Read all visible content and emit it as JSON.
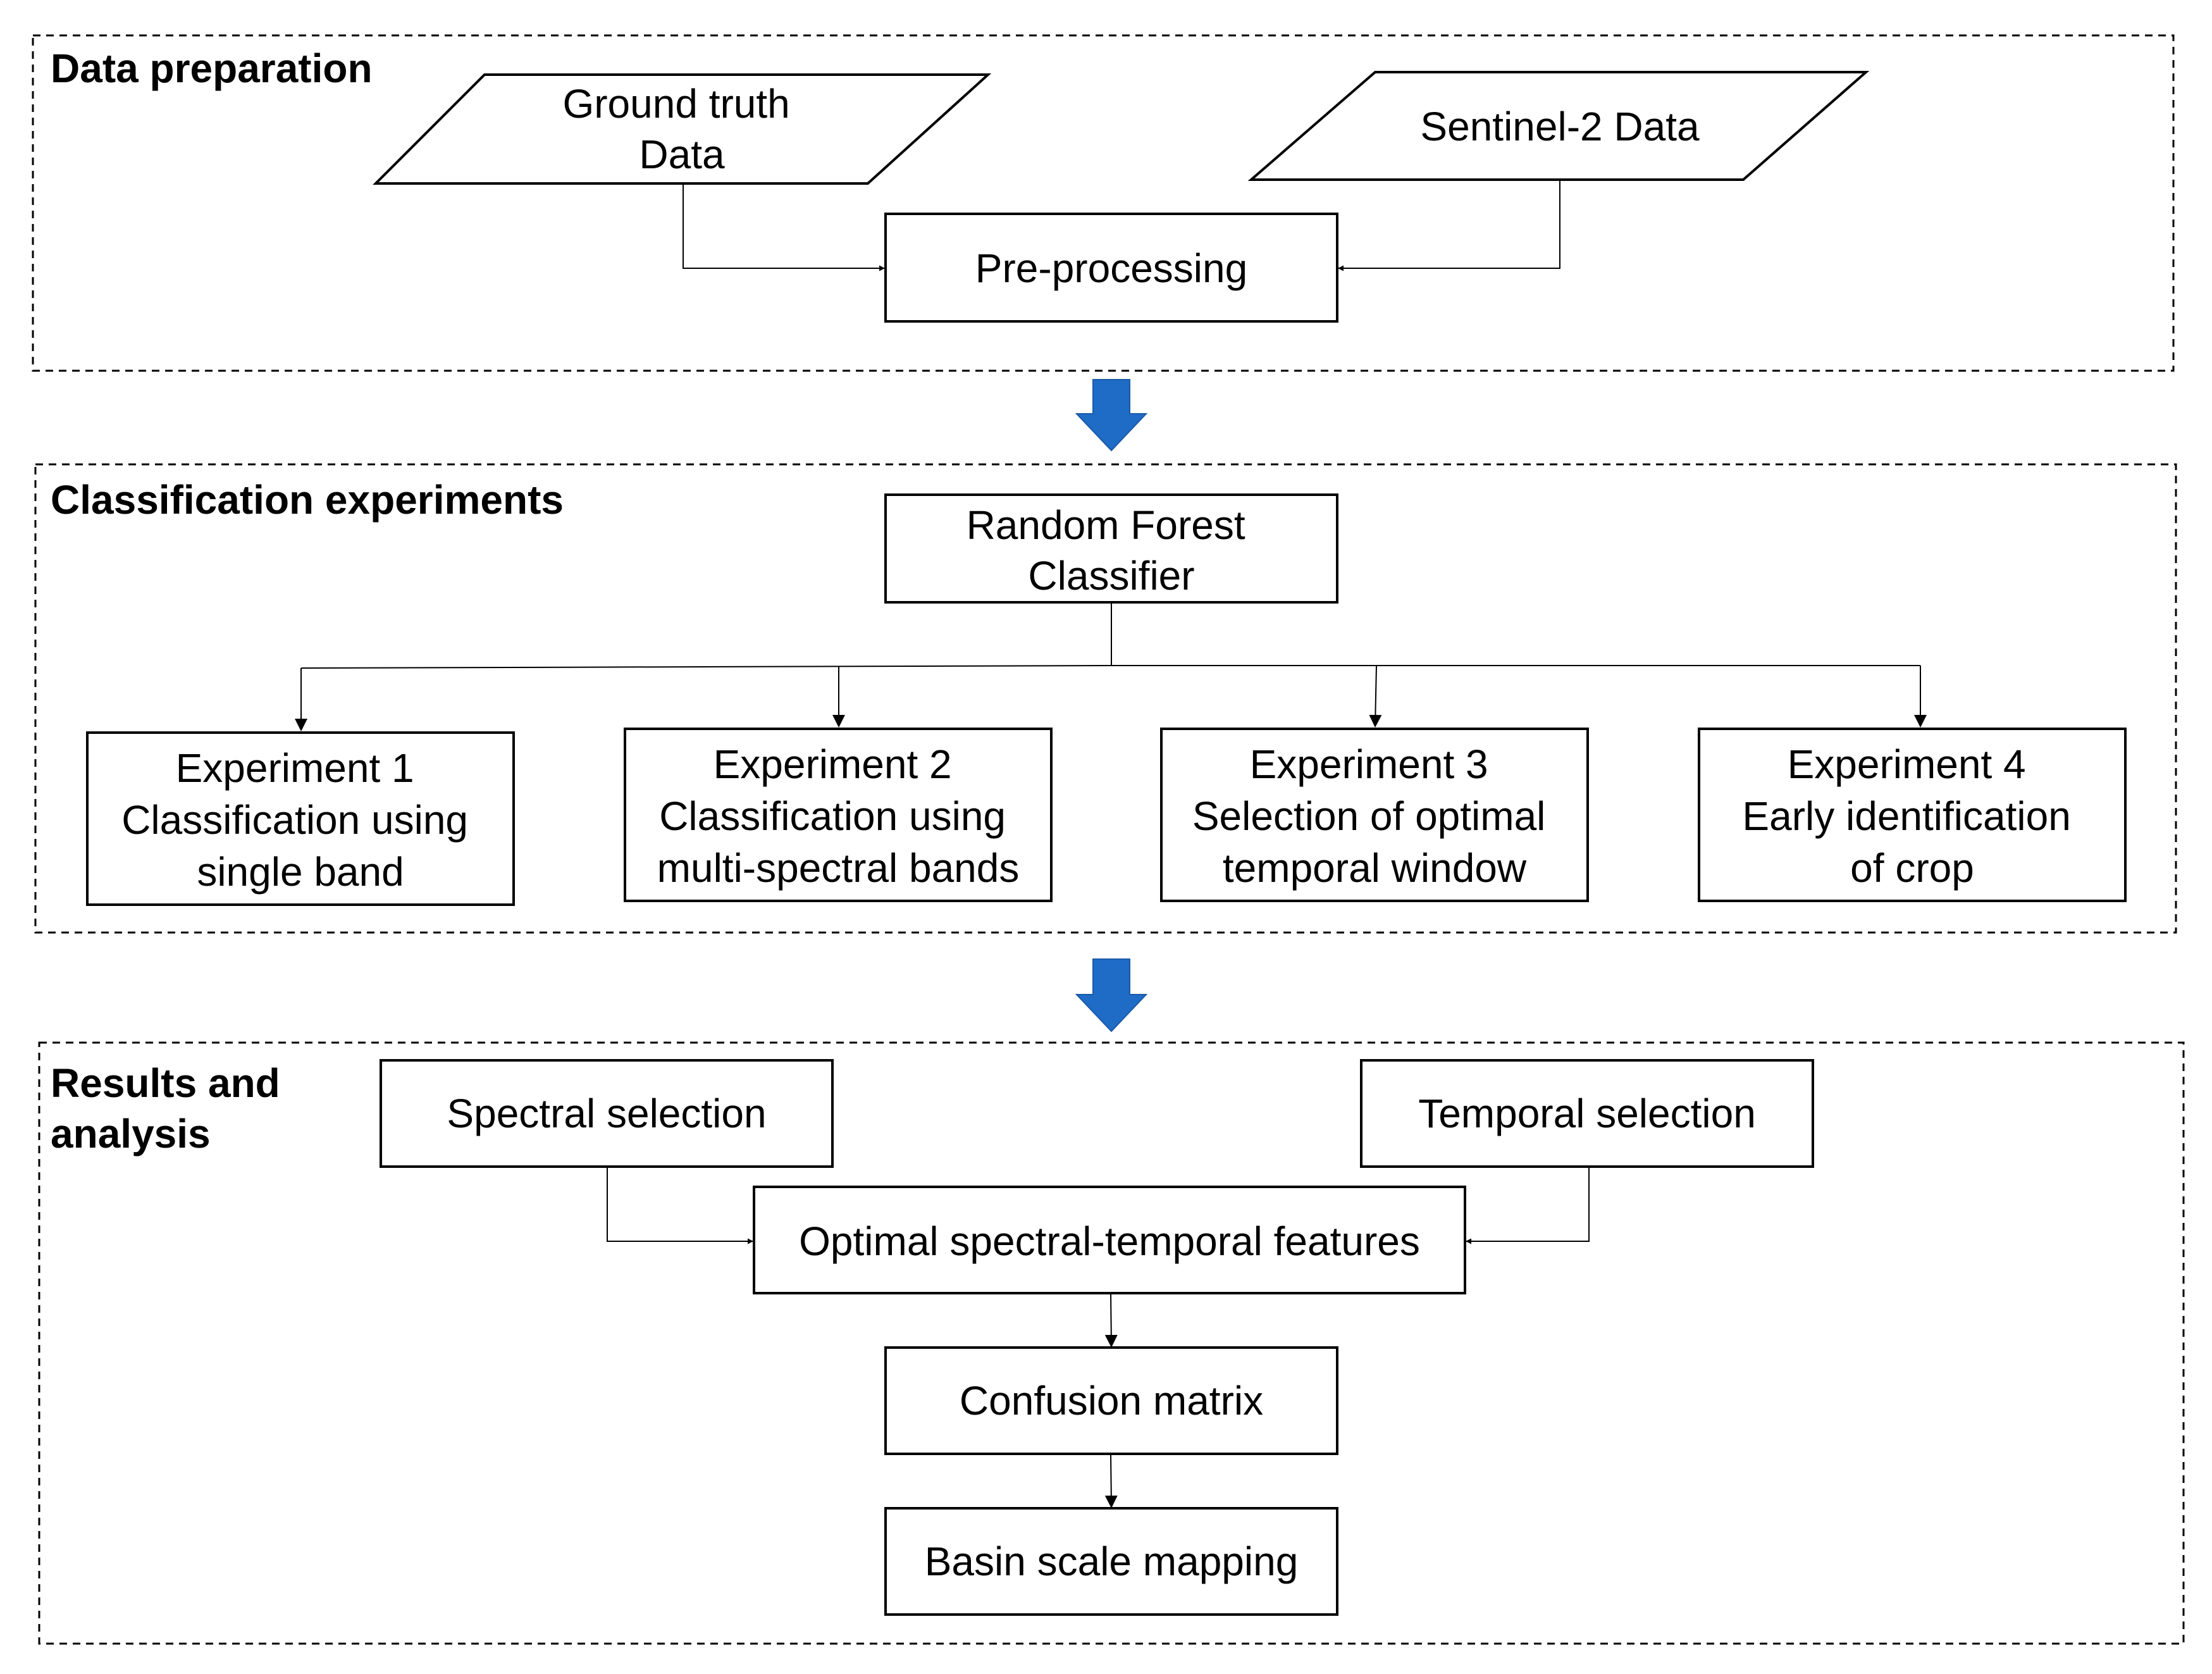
{
  "sections": {
    "data_preparation": "Data preparation",
    "classification_experiments": "Classification experiments",
    "results_analysis": [
      "Results and",
      "analysis"
    ]
  },
  "nodes": {
    "ground_truth": [
      "Ground truth",
      "Data"
    ],
    "sentinel2": [
      "Sentinel-2 Data"
    ],
    "preprocessing": [
      "Pre-processing"
    ],
    "random_forest": [
      "Random Forest",
      "Classifier"
    ],
    "experiment1": [
      "Experiment 1",
      "Classification using",
      "single band"
    ],
    "experiment2": [
      "Experiment 2",
      "Classification using",
      "multi-spectral bands"
    ],
    "experiment3": [
      "Experiment 3",
      "Selection of optimal",
      "temporal window"
    ],
    "experiment4": [
      "Experiment 4",
      "Early identification",
      "of crop"
    ],
    "spectral_selection": [
      "Spectral selection"
    ],
    "temporal_selection": [
      "Temporal selection"
    ],
    "optimal_features": [
      "Optimal spectral-temporal features"
    ],
    "confusion_matrix": [
      "Confusion matrix"
    ],
    "basin_mapping": [
      "Basin scale mapping"
    ]
  },
  "colors": {
    "flow_arrow": "#1f6cc7",
    "line": "#000000"
  }
}
